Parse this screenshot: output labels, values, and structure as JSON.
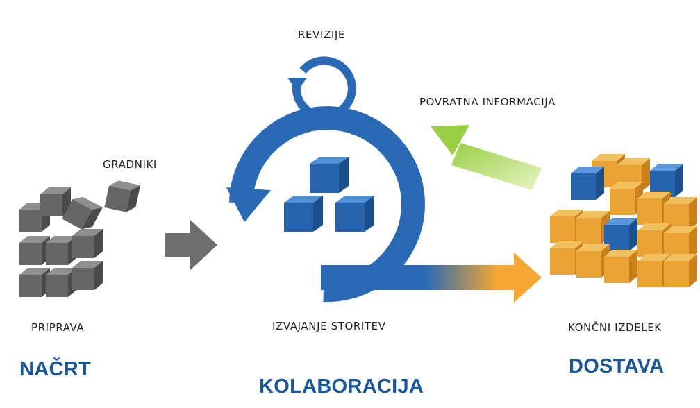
{
  "labels": {
    "revisions": "REVIZIJE",
    "feedback": "POVRATNA INFORMACIJA",
    "building_blocks": "GRADNIKI",
    "preparation": "PRIPRAVA",
    "service_delivery": "IZVAJANJE STORITEV",
    "final_product": "KONČNI IZDELEK"
  },
  "phases": {
    "design": "NAČRT",
    "collaboration": "KOLABORACIJA",
    "delivery": "DOSTAVA"
  },
  "icons": [
    "gray-cubes-icon",
    "gray-arrow-icon",
    "revision-cycle-icon",
    "blue-cubes-icon",
    "feedback-arrow-icon",
    "delivery-arrow-icon",
    "final-cube-icon"
  ],
  "colors": {
    "cycle_blue": "#2a6ab5",
    "phase_text": "#1a5799",
    "cube_gray": "#5a5a5a",
    "cube_orange": "#f0a030",
    "cube_blue": "#1f5fa8",
    "feedback_green": "#b5dd6a"
  }
}
